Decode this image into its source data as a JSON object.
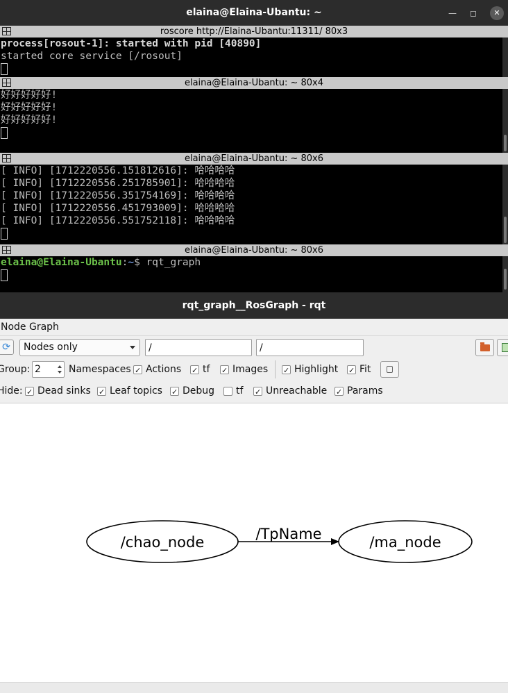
{
  "terminal": {
    "title": "elaina@Elaina-Ubantu: ~",
    "panes": [
      {
        "title": "roscore http://Elaina-Ubantu:11311/ 80x3",
        "lines": [
          "process[rosout-1]: started with pid [40890]",
          "started core service [/rosout]"
        ]
      },
      {
        "title": "elaina@Elaina-Ubantu: ~ 80x4",
        "lines": [
          "好好好好好!",
          "好好好好好!",
          "好好好好好!"
        ]
      },
      {
        "title": "elaina@Elaina-Ubantu: ~ 80x6",
        "lines": [
          "[ INFO] [1712220556.151812616]: 哈哈哈哈",
          "[ INFO] [1712220556.251785901]: 哈哈哈哈",
          "[ INFO] [1712220556.351754169]: 哈哈哈哈",
          "[ INFO] [1712220556.451793009]: 哈哈哈哈",
          "[ INFO] [1712220556.551752118]: 哈哈哈哈"
        ]
      },
      {
        "title": "elaina@Elaina-Ubantu: ~ 80x6",
        "prompt_user": "elaina@Elaina-Ubantu",
        "prompt_sep": ":",
        "prompt_path": "~",
        "prompt_symbol": "$ ",
        "command": "rqt_graph"
      }
    ]
  },
  "rqt": {
    "title": "rqt_graph__RosGraph - rqt",
    "plugin_title": "Node Graph",
    "mode_selected": "Nodes only",
    "filter_in": "/",
    "filter_out": "/",
    "group_label": "Group:",
    "group_value": "2",
    "options_row": [
      {
        "label": "Namespaces",
        "checked": true
      },
      {
        "label": "Actions",
        "checked": true
      },
      {
        "label": "tf",
        "checked": true
      },
      {
        "label": "Images",
        "checked": true
      },
      {
        "label": "Highlight",
        "checked": true
      },
      {
        "label": "Fit",
        "checked": true
      }
    ],
    "hide_label": "Hide:",
    "hide_row": [
      {
        "label": "Dead sinks",
        "checked": true
      },
      {
        "label": "Leaf topics",
        "checked": true
      },
      {
        "label": "Debug",
        "checked": true
      },
      {
        "label": "tf",
        "checked": false
      },
      {
        "label": "Unreachable",
        "checked": true
      },
      {
        "label": "Params",
        "checked": true
      }
    ],
    "graph": {
      "nodes": [
        "/chao_node",
        "/ma_node"
      ],
      "edge_topic": "/TpName"
    }
  }
}
